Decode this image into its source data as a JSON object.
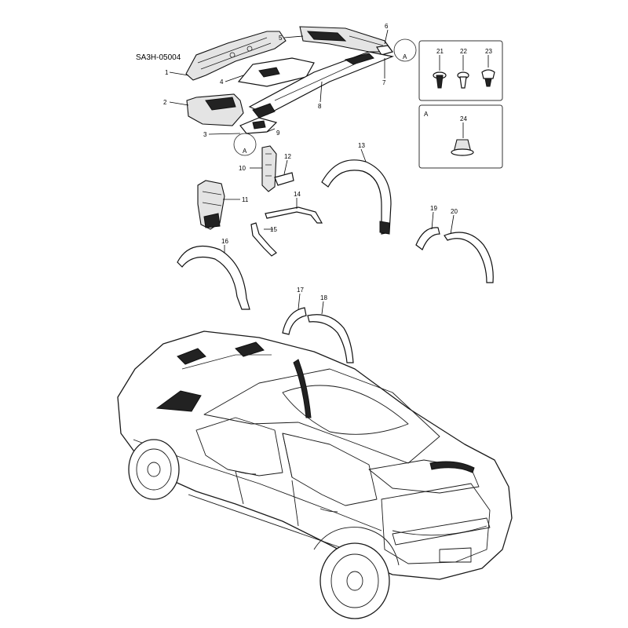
{
  "diagram_code": "SA3H-05004",
  "callouts": [
    "1",
    "2",
    "3",
    "4",
    "5",
    "6",
    "7",
    "8",
    "9",
    "10",
    "11",
    "12",
    "13",
    "14",
    "15",
    "16",
    "17",
    "18",
    "19",
    "20",
    "21",
    "22",
    "23",
    "24"
  ],
  "detail_marker": "A",
  "detail_box_title": "A"
}
